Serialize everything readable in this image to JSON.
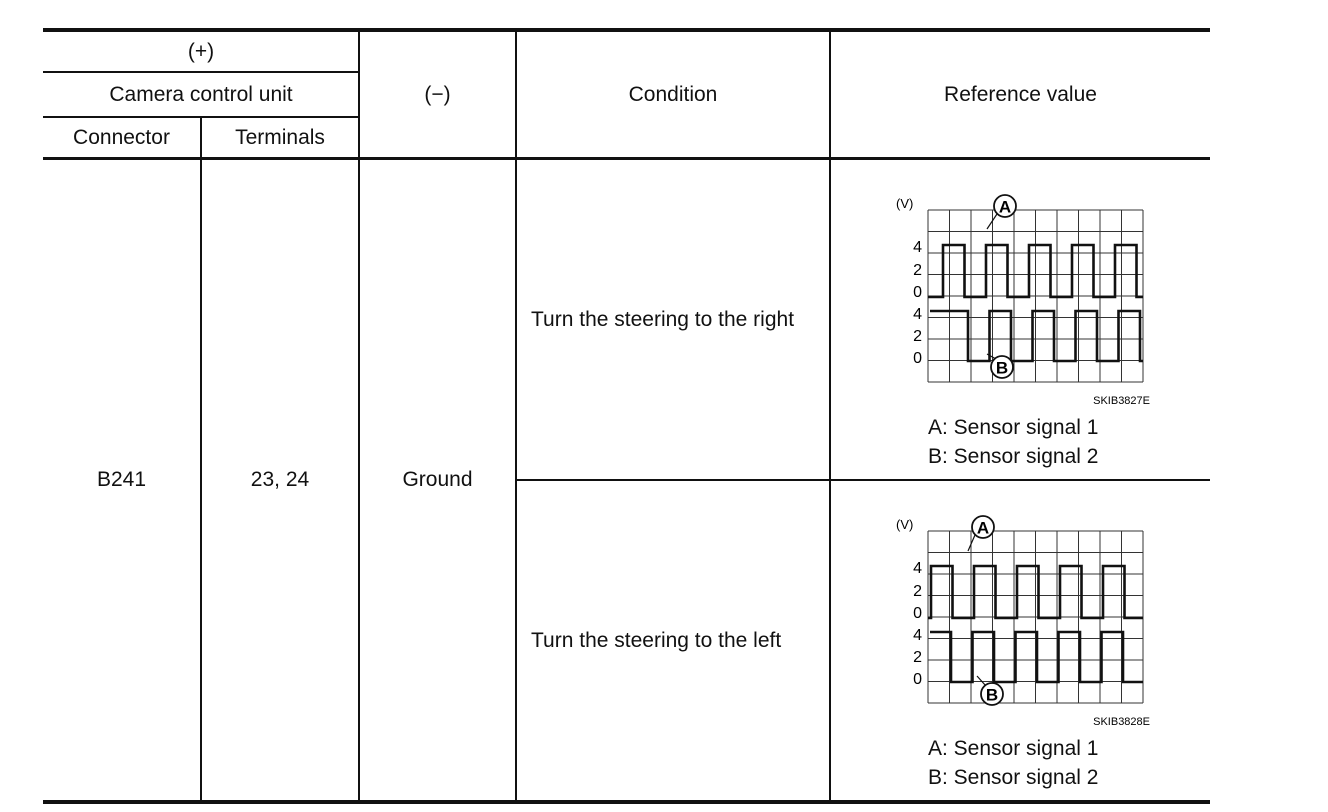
{
  "header": {
    "plus": "(+)",
    "unit": "Camera control unit",
    "connector": "Connector",
    "terminals": "Terminals",
    "minus": "(−)",
    "condition": "Condition",
    "reference": "Reference value"
  },
  "row": {
    "connector": "B241",
    "terminals": "23, 24",
    "minus": "Ground"
  },
  "conditions": [
    {
      "label": "Turn the steering to the right",
      "figure": {
        "unit_label": "(V)",
        "y_ticks": [
          "4",
          "2",
          "0",
          "4",
          "2",
          "0"
        ],
        "marker_a": "A",
        "marker_b": "B",
        "code": "SKIB3827E"
      },
      "legend": [
        "A: Sensor signal 1",
        "B: Sensor signal 2"
      ]
    },
    {
      "label": "Turn the steering to the left",
      "figure": {
        "unit_label": "(V)",
        "y_ticks": [
          "4",
          "2",
          "0",
          "4",
          "2",
          "0"
        ],
        "marker_a": "A",
        "marker_b": "B",
        "code": "SKIB3828E"
      },
      "legend": [
        "A: Sensor signal 1",
        "B: Sensor signal 2"
      ]
    }
  ]
}
